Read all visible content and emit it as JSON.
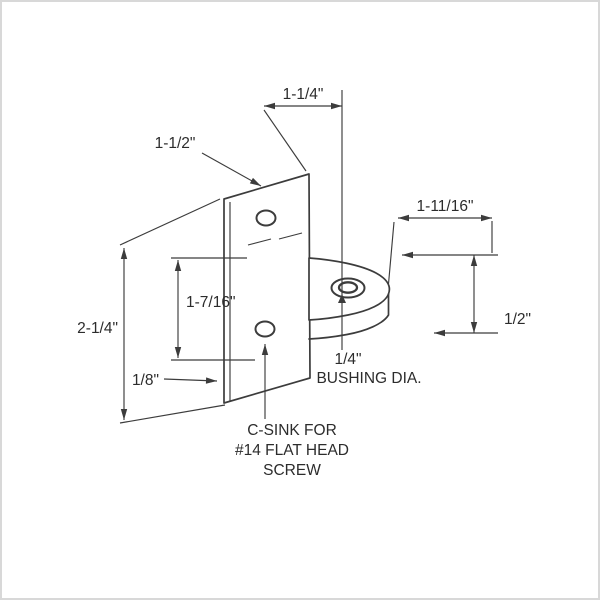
{
  "page": {
    "background_color": "#ffffff",
    "line_color": "#3c3c3c",
    "text_color": "#2c2c2c",
    "border_color": "#d8d8d8",
    "description": "Technical line drawing of an L-shaped mounting bracket with bushing arm, annotated with dimensions"
  },
  "drawing": {
    "dimensions": {
      "bushing_offset": "1-1/4\"",
      "plate_width": "1-1/2\"",
      "arm_projection": "1-11/16\"",
      "hole_spacing": "1-7/16\"",
      "plate_height": "2-1/4\"",
      "plate_thickness": "1/8\"",
      "bushing_height": "1/2\""
    },
    "annotations": {
      "bushing": {
        "value": "1/4\"",
        "caption": "BUSHING DIA."
      },
      "csink": {
        "line1": "C-SINK FOR",
        "line2": "#14 FLAT HEAD",
        "line3": "SCREW"
      }
    }
  }
}
